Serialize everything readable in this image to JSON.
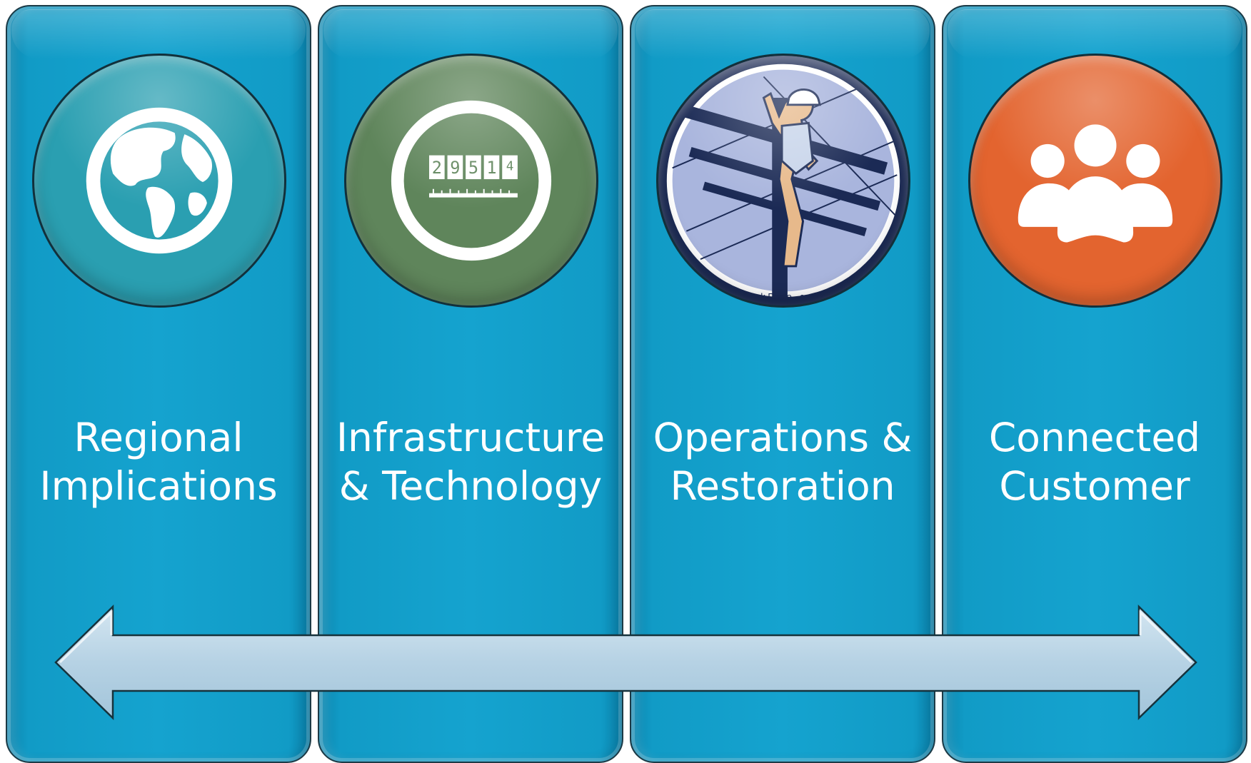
{
  "panels": [
    {
      "line1": "Regional",
      "line2": "Implications",
      "icon": "globe-icon",
      "circle_color": "#2a9fb1"
    },
    {
      "line1": "Infrastructure",
      "line2": "& Technology",
      "icon": "meter-icon",
      "circle_color": "#5f855b"
    },
    {
      "line1": "Operations &",
      "line2": "Restoration",
      "icon": "lineman-icon",
      "circle_color": "#a9b5dd"
    },
    {
      "line1": "Connected",
      "line2": "Customer",
      "icon": "people-icon",
      "circle_color": "#e3642f"
    }
  ],
  "meter": {
    "digits": [
      "2",
      "9",
      "5",
      "1",
      "4"
    ]
  },
  "watermark": {
    "text": "Stock Photo - csp27"
  },
  "colors": {
    "panel": "#15a3cf",
    "arrow_fill": "#b6d2e4",
    "text": "#ffffff"
  }
}
